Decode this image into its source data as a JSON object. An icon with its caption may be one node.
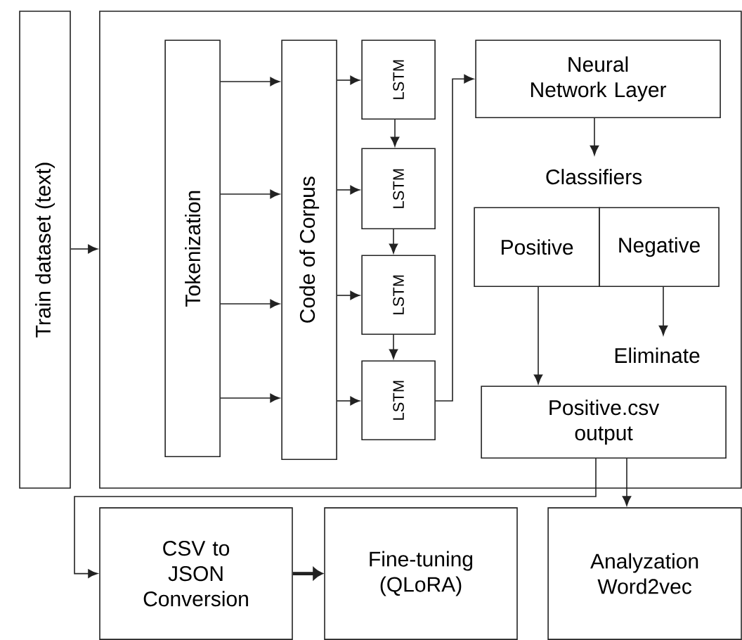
{
  "diagram": {
    "nodes": [
      {
        "text": [
          "Train dataset (text)"
        ]
      },
      {
        "text": [],
        "shape": "box"
      },
      {
        "text": [
          "Tokenization"
        ],
        "in": 1
      },
      {
        "text": [
          "Code of Corpus"
        ],
        "in": 1
      },
      {
        "text": [
          "LSTM"
        ],
        "in": 1
      },
      {
        "text": [
          "LSTM"
        ],
        "in": 1
      },
      {
        "text": [
          "LSTM"
        ],
        "in": 1
      },
      {
        "text": [
          "LSTM"
        ],
        "in": 1
      },
      {
        "text": [
          "Neural Network Layer"
        ],
        "in": 1
      },
      {
        "text": [
          "Classifiers"
        ],
        "in": 1
      },
      {
        "text": [
          "Positive"
        ],
        "in": 1
      },
      {
        "text": [
          "Negative"
        ],
        "in": 1
      },
      {
        "text": [
          "Eliminate"
        ],
        "in": 1
      },
      {
        "text": [
          "Positive.csv output"
        ],
        "in": 1
      },
      {
        "text": [
          "CSV to JSON Conversion"
        ]
      },
      {
        "text": [
          "Fine-tuning (QLoRA)"
        ]
      },
      {
        "text": [
          "Analyzation Word2vec"
        ]
      }
    ],
    "edges": [
      {
        "from": 0,
        "to": 1,
        "arrow": "to"
      },
      {
        "from": 2,
        "to": 3,
        "arrow": "to"
      },
      {
        "from": 2,
        "to": 3,
        "arrow": "to"
      },
      {
        "from": 2,
        "to": 3,
        "arrow": "to"
      },
      {
        "from": 2,
        "to": 3,
        "arrow": "to"
      },
      {
        "from": 3,
        "to": 4,
        "arrow": "to"
      },
      {
        "from": 3,
        "to": 5,
        "arrow": "to"
      },
      {
        "from": 3,
        "to": 6,
        "arrow": "to"
      },
      {
        "from": 3,
        "to": 7,
        "arrow": "to"
      },
      {
        "from": 4,
        "to": 5,
        "arrow": "to"
      },
      {
        "from": 5,
        "to": 6,
        "arrow": "to"
      },
      {
        "from": 6,
        "to": 7,
        "arrow": "to"
      },
      {
        "from": 7,
        "to": 8,
        "arrow": "to"
      },
      {
        "from": 8,
        "to": 9,
        "arrow": "to"
      },
      {
        "from": 10,
        "to": 13,
        "arrow": "to"
      },
      {
        "from": 11,
        "to": 12,
        "arrow": "to"
      },
      {
        "from": 13,
        "to": 14,
        "arrow": "to"
      },
      {
        "from": 13,
        "to": 16,
        "arrow": "to"
      },
      {
        "from": 14,
        "to": 15,
        "arrow": "to",
        "style": "thick"
      }
    ]
  }
}
